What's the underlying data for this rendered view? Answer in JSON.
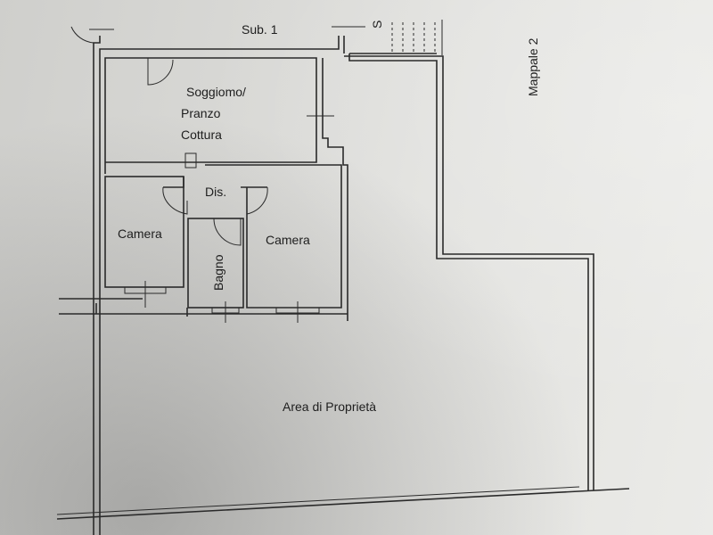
{
  "labels": {
    "sub": "Sub. 1",
    "s": "S",
    "mappale": "Mappale 2",
    "soggiorno_1": "Soggiomo/",
    "soggiorno_2": "Pranzo",
    "soggiorno_3": "Cottura",
    "dis": "Dis.",
    "camera_left": "Camera",
    "camera_right": "Camera",
    "bagno": "Bagno",
    "area": "Area di Proprietà"
  }
}
